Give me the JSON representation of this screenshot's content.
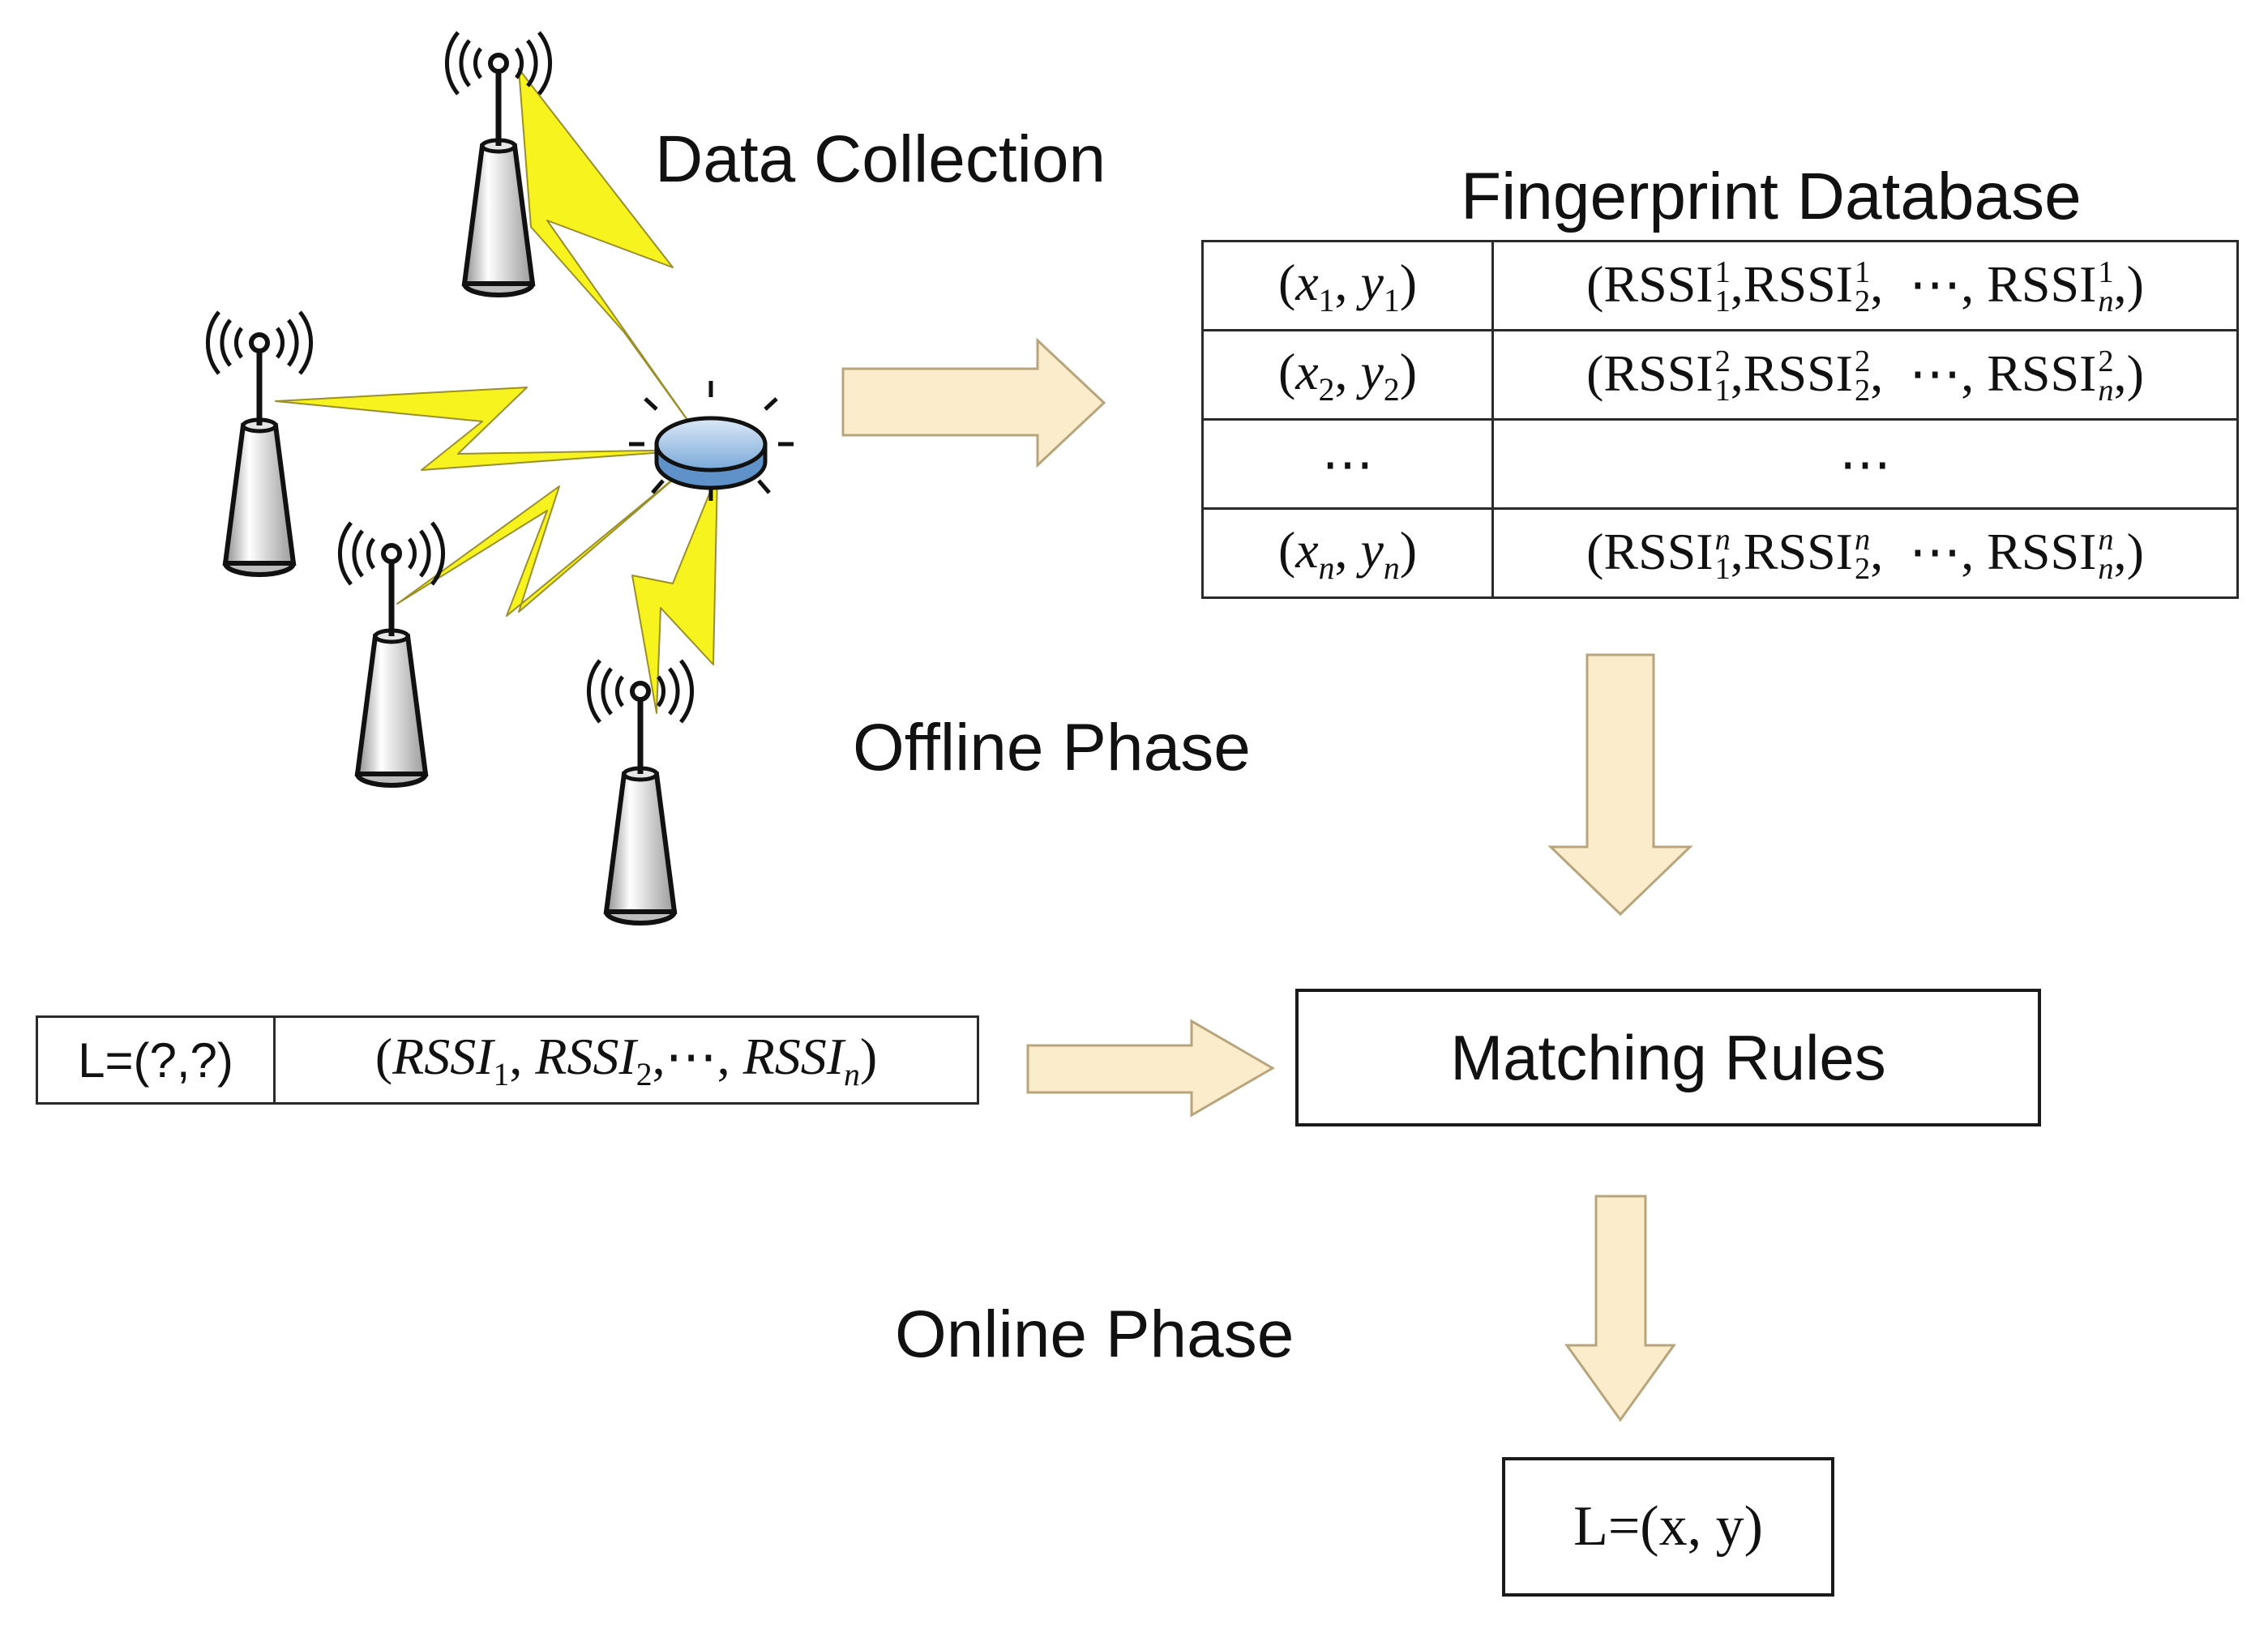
{
  "labels": {
    "data_collection": "Data Collection",
    "fingerprint_database": "Fingerprint Database",
    "offline_phase": "Offline Phase",
    "online_phase": "Online Phase",
    "matching_rules": "Matching Rules",
    "result": "L=(x, y)"
  },
  "fingerprint_rows": [
    {
      "coord_x": "x",
      "coord_y": "y",
      "sub": "1",
      "sup": "1",
      "last": "n"
    },
    {
      "coord_x": "x",
      "coord_y": "y",
      "sub": "2",
      "sup": "2",
      "last": "n"
    },
    {
      "placeholder": "⋯"
    },
    {
      "coord_x": "x",
      "coord_y": "y",
      "sub": "n",
      "sup": "n",
      "last": "n"
    }
  ],
  "query": {
    "location": "L=(?,?)",
    "rssi": "RSSI",
    "subs": [
      "1",
      "2",
      "n"
    ],
    "ellipsis": "⋯"
  },
  "rssi_token": "RSSI",
  "colors": {
    "arrow_fill": "#fbeccc",
    "arrow_stroke": "#cbb88f",
    "lightning": "#f7f31f",
    "tower_body": "#d8d8d8",
    "node_fill": "#9ec3e6"
  }
}
